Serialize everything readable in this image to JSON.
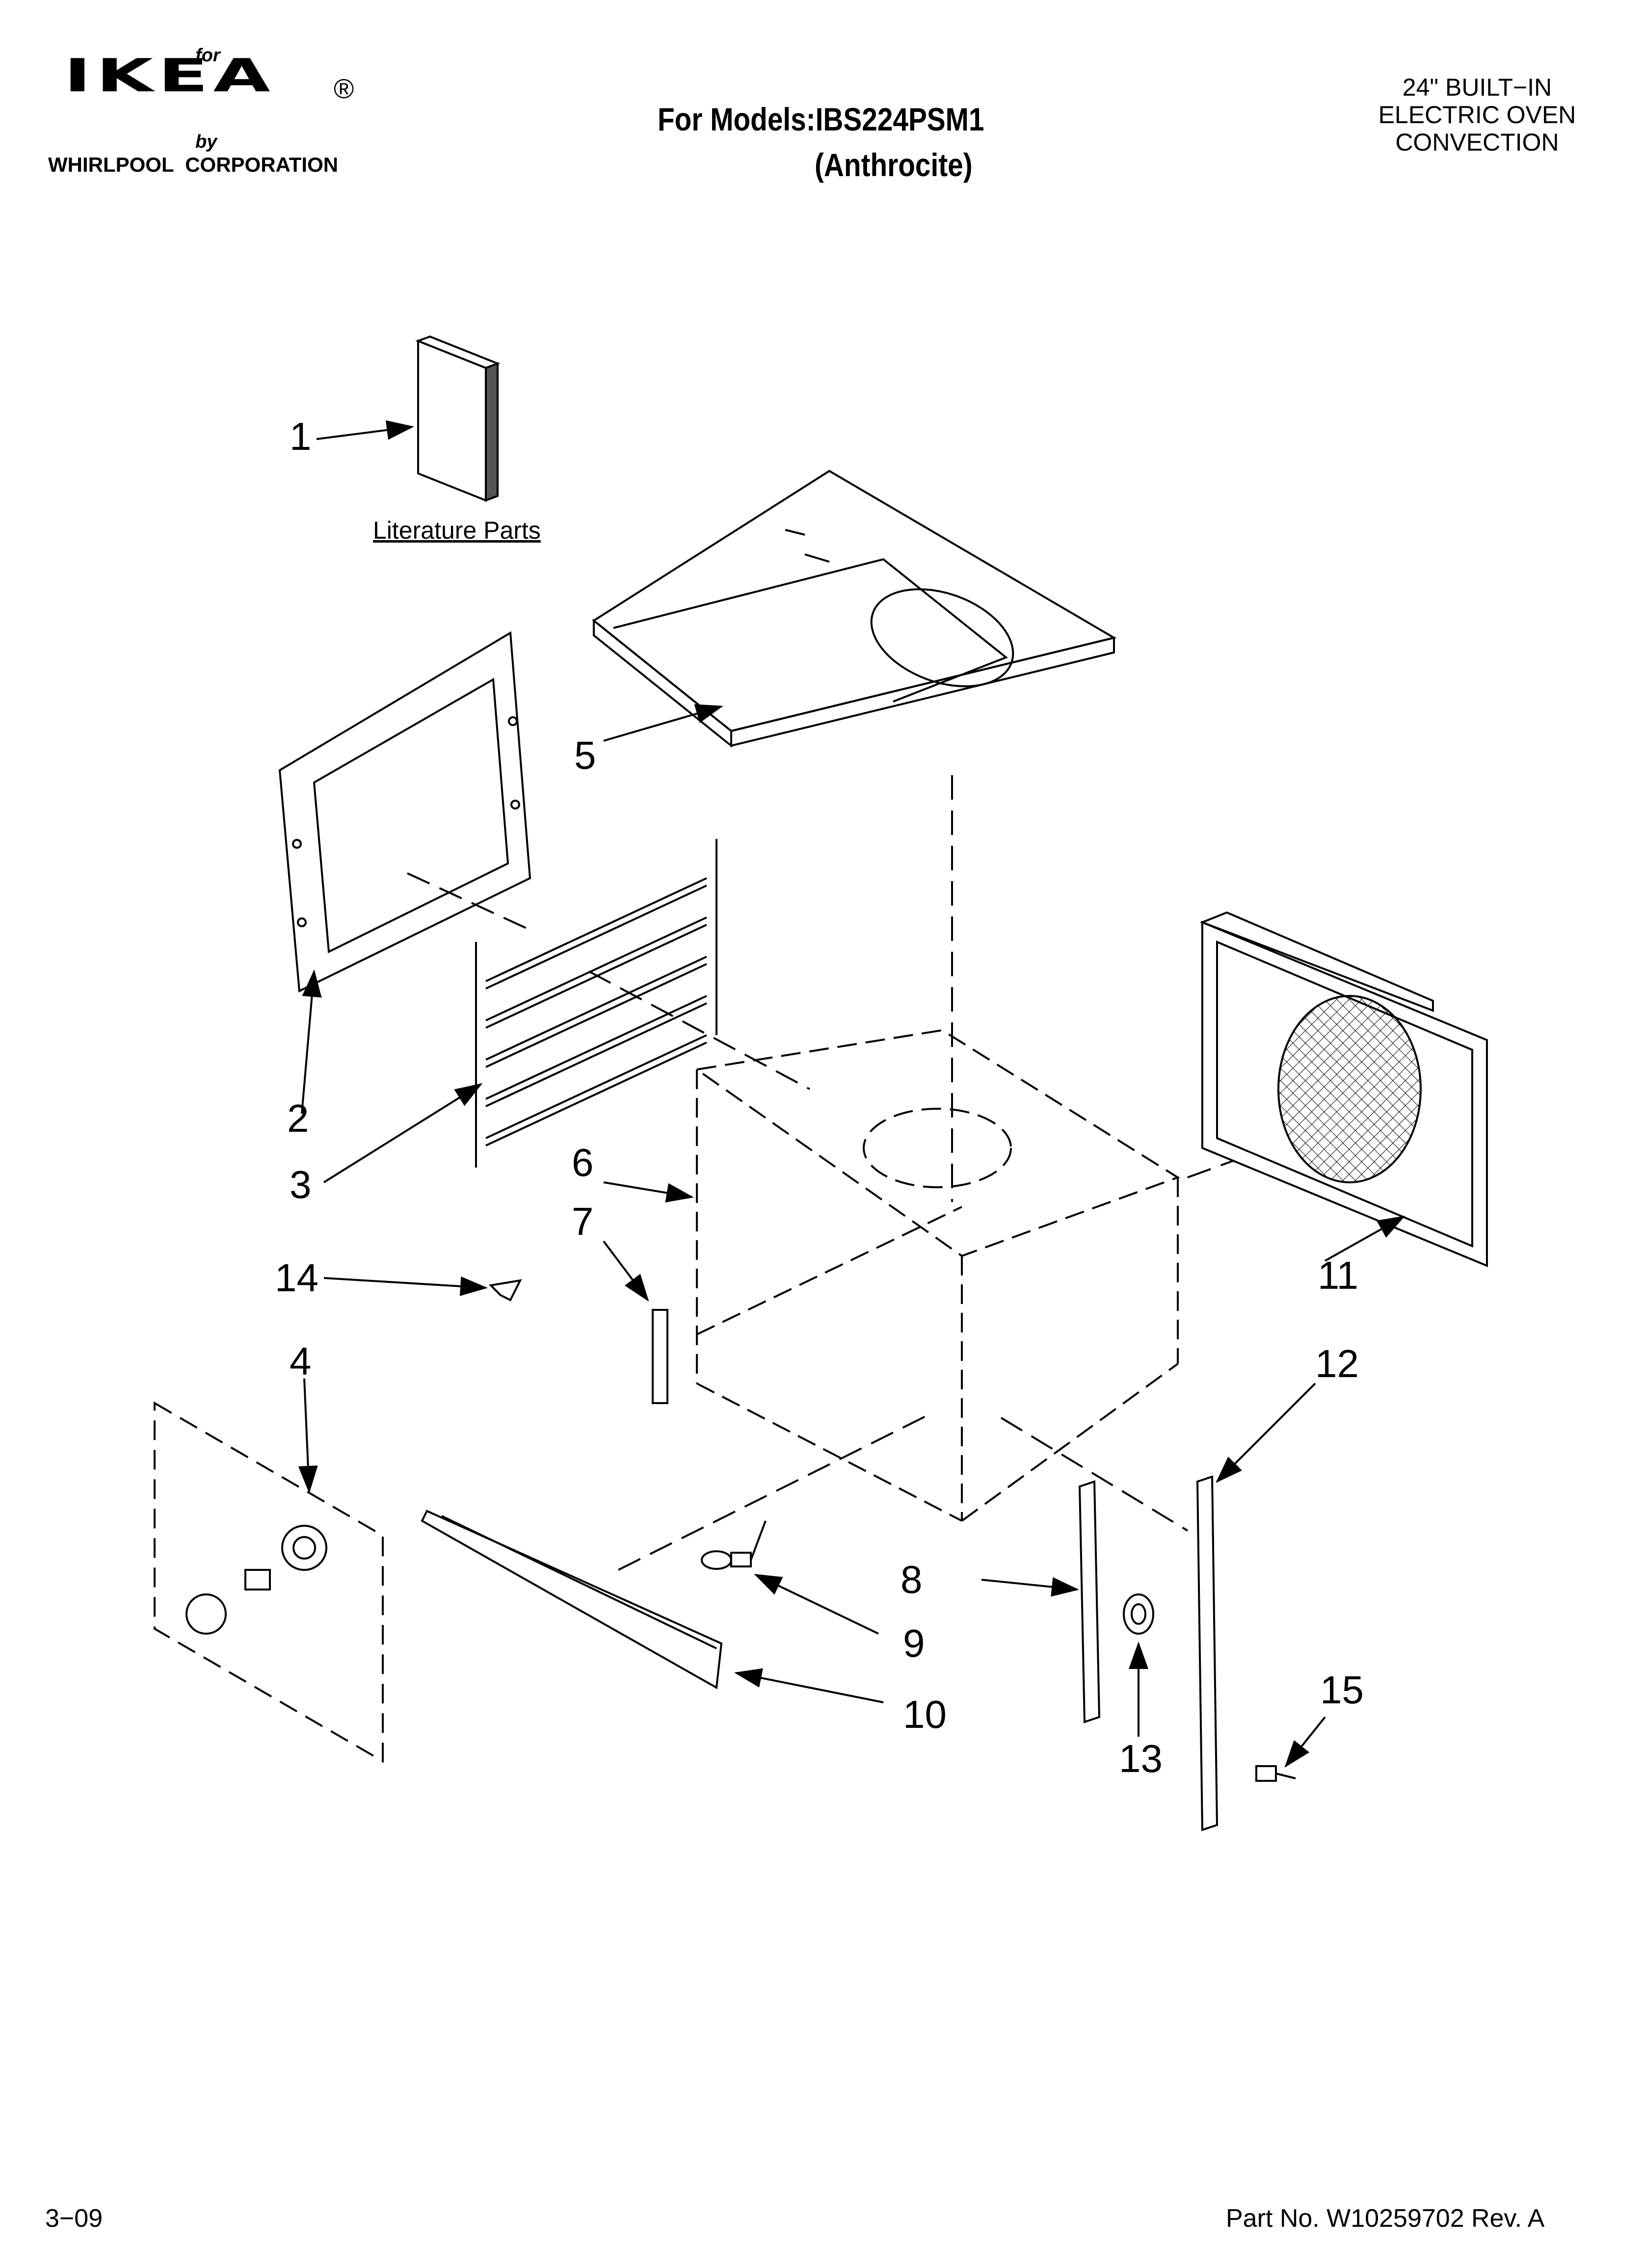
{
  "header": {
    "logo_for": "for",
    "logo_brand": "IKEA",
    "logo_registered": "®",
    "logo_by": "by",
    "logo_corporation": "WHIRLPOOL  CORPORATION",
    "models_line": "For Models:IBS224PSM1",
    "color_line": "(Anthrocite)",
    "product_lines": [
      "24\" BUILT−IN",
      "ELECTRIC OVEN",
      "CONVECTION"
    ]
  },
  "literature_label": "Literature Parts",
  "callouts": [
    "1",
    "2",
    "3",
    "4",
    "5",
    "6",
    "7",
    "8",
    "9",
    "10",
    "11",
    "12",
    "13",
    "14",
    "15"
  ],
  "footer": {
    "date": "3−09",
    "part_no": "Part No. W10259702 Rev. A"
  }
}
